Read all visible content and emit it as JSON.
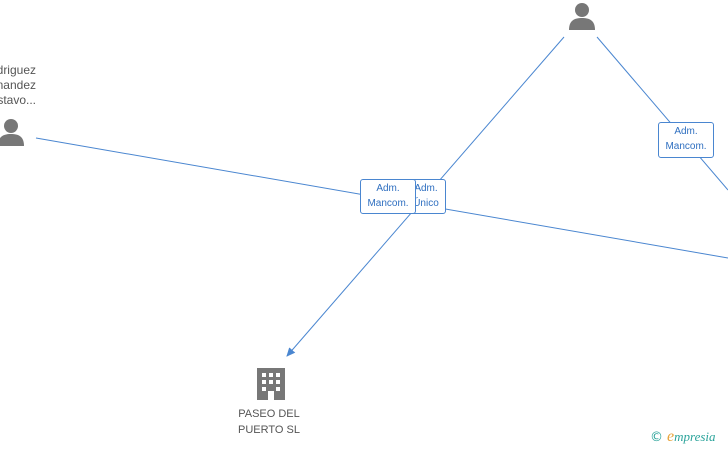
{
  "nodes": {
    "person_left": {
      "name_lines": [
        "driguez",
        "nandez",
        "stavo..."
      ]
    },
    "person_top": {
      "name_lines": []
    },
    "company": {
      "name_lines": [
        "PASEO DEL",
        "PUERTO  SL"
      ]
    }
  },
  "edges": {
    "label_a_line1": "Adm.",
    "label_a_line2": "Mancom.",
    "label_b_line1": "Adm.",
    "label_b_line2": "Único",
    "label_c_line1": "Adm.",
    "label_c_line2": "Mancom."
  },
  "brand": {
    "copyright": "©",
    "e": "e",
    "rest": "mpresia"
  },
  "colors": {
    "edge": "#4a86d0",
    "icon": "#777777",
    "brand": "#2aa39a"
  }
}
